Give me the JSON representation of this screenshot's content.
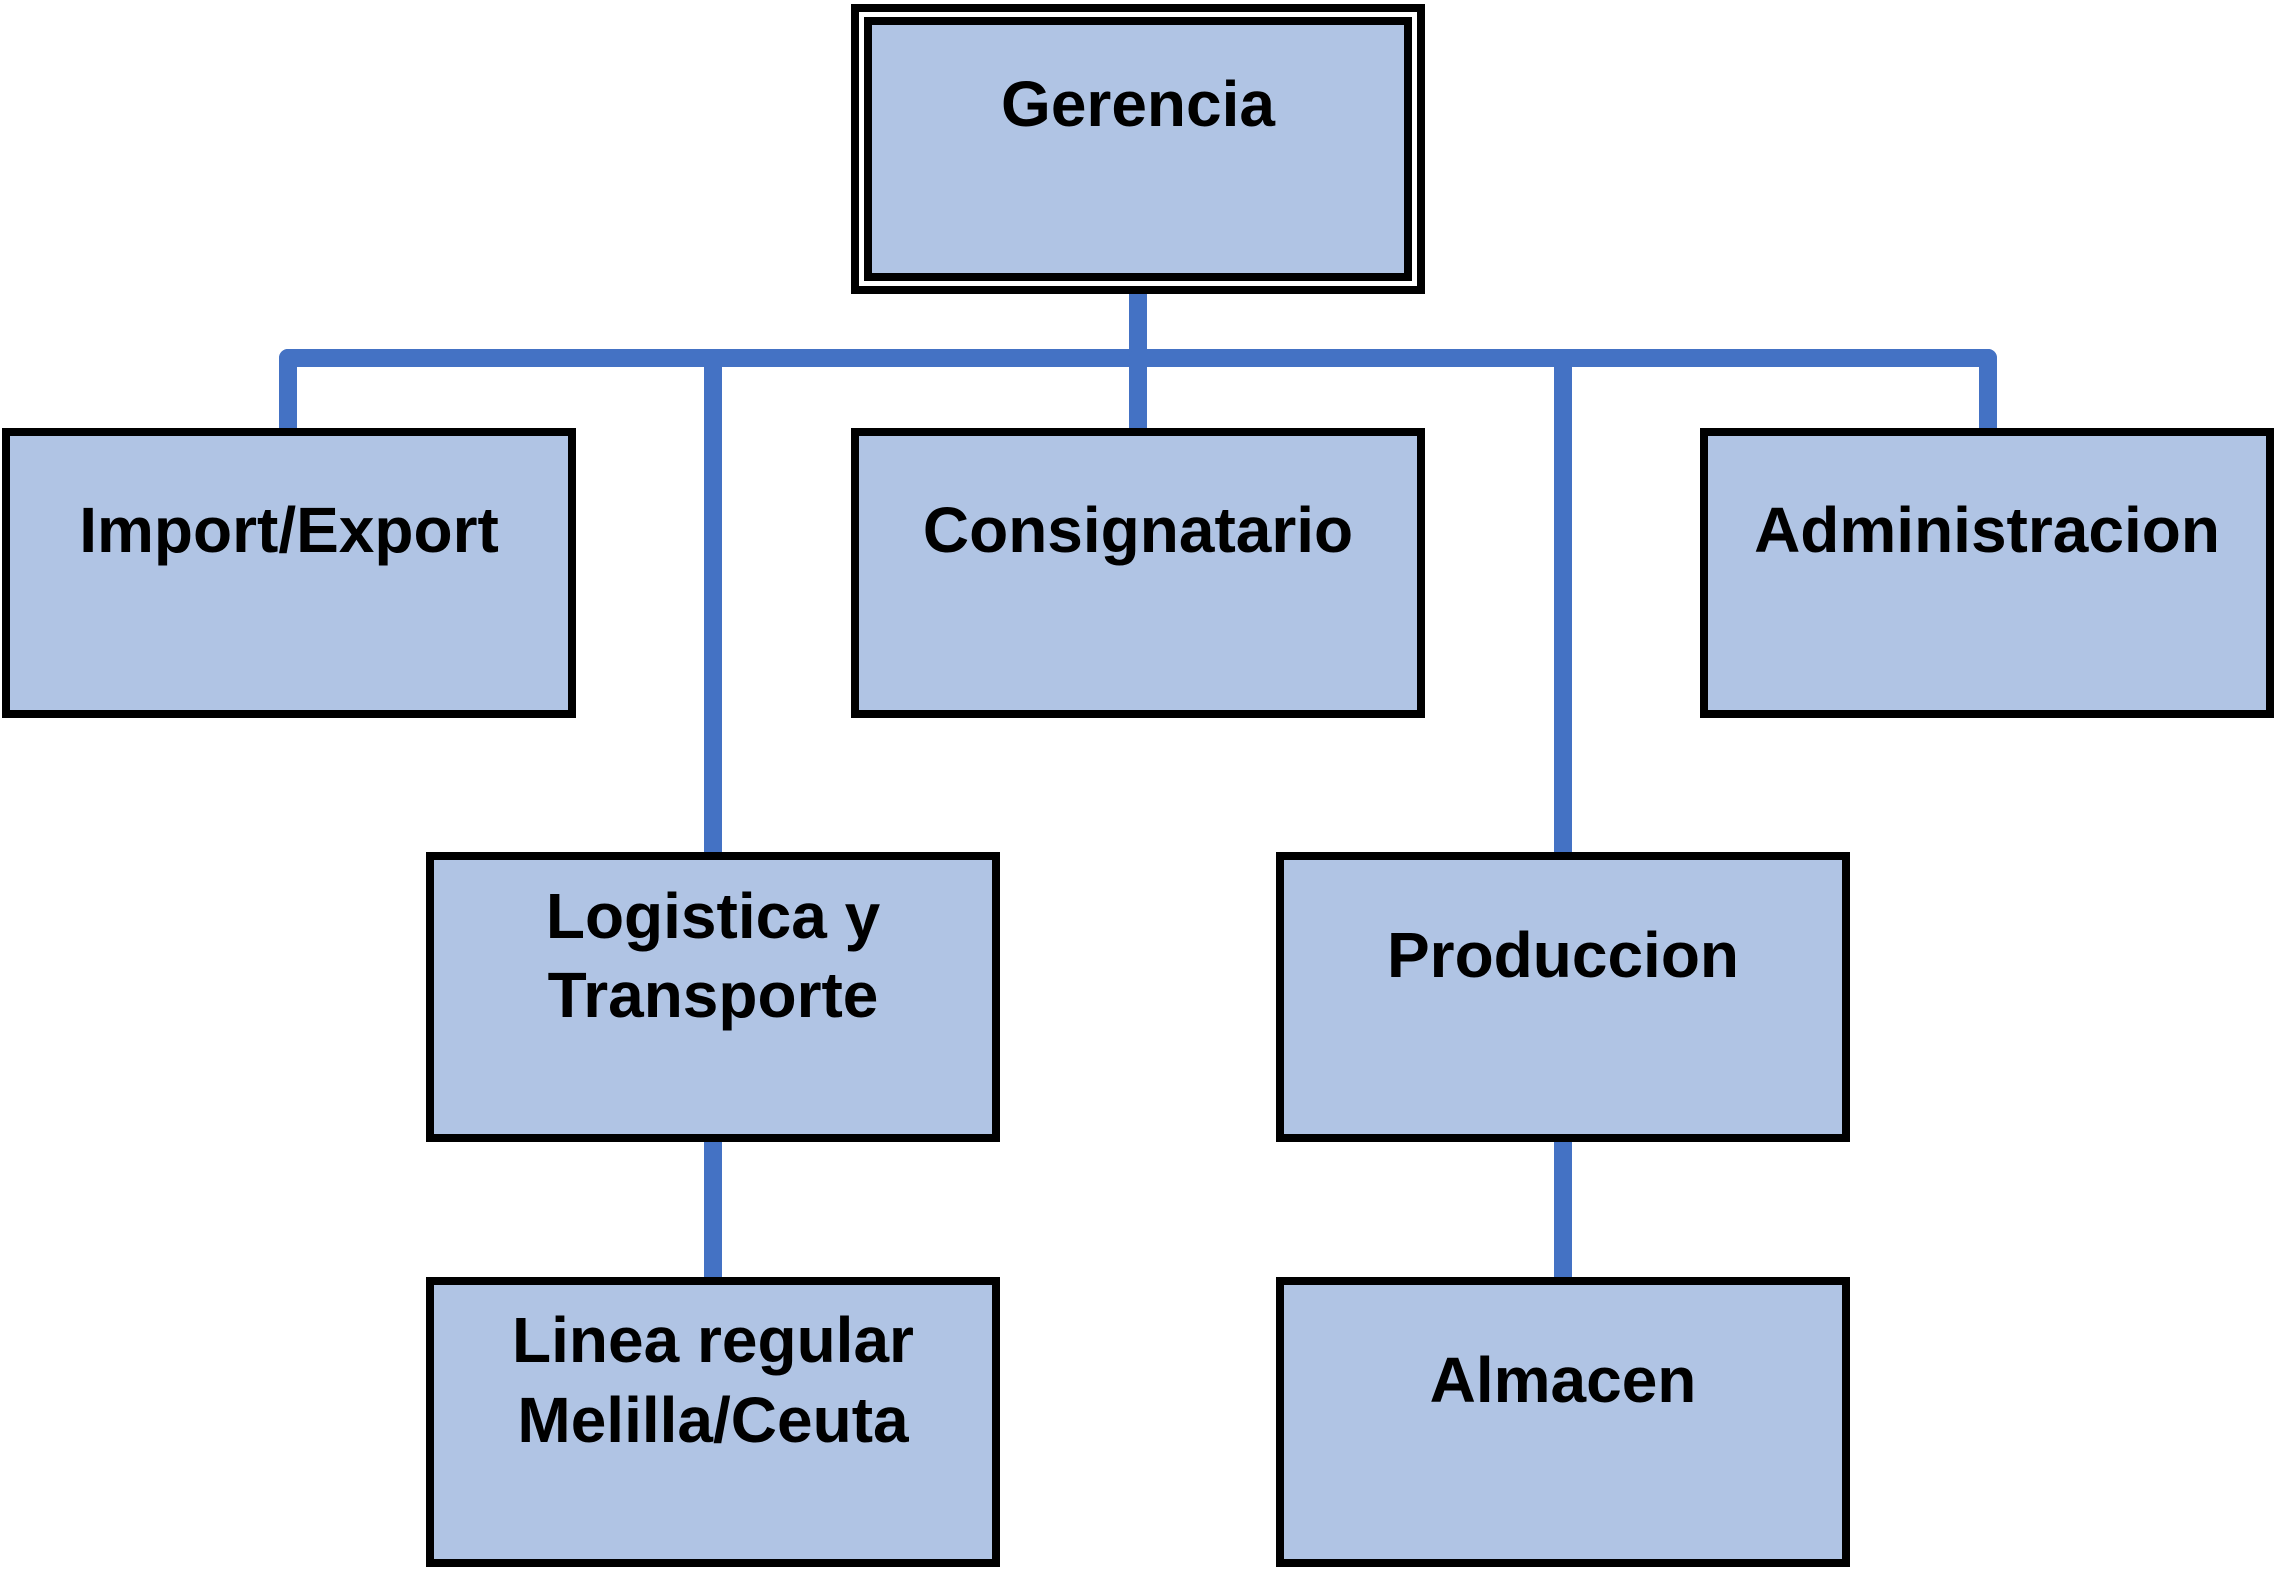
{
  "org_chart": {
    "root": "Gerencia",
    "level1": {
      "import_export": "Import/Export",
      "logistica_line1": "Logistica y",
      "logistica_line2": "Transporte",
      "consignatario": "Consignatario",
      "produccion": "Produccion",
      "administracion": "Administracion"
    },
    "level2": {
      "linea_line1": "Linea regular",
      "linea_line2": "Melilla/Ceuta",
      "almacen": "Almacen"
    },
    "colors": {
      "box_fill": "#b0c4e4",
      "box_border": "#000000",
      "connector": "#4472c4"
    }
  }
}
